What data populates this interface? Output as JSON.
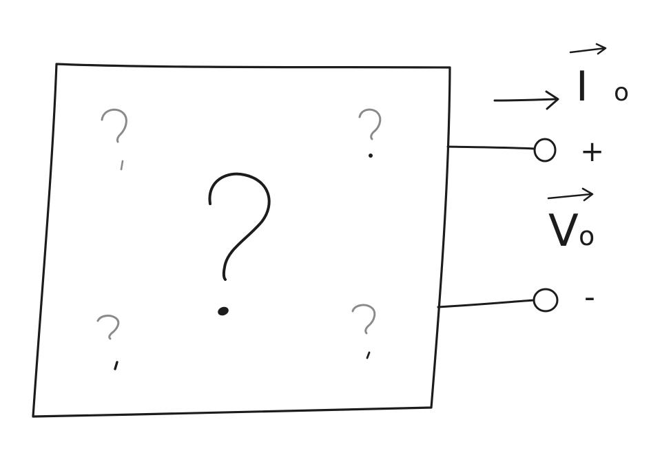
{
  "diagram": {
    "type": "black-box circuit element",
    "box": {
      "center_mark": "?",
      "corner_marks": [
        "?",
        "?",
        "?",
        "?"
      ]
    },
    "terminals": {
      "top_polarity": "+",
      "bottom_polarity": "-"
    },
    "current": {
      "symbol": "I",
      "subscript": "o",
      "vector_arrow": true
    },
    "voltage": {
      "symbol": "V",
      "subscript": "o",
      "vector_arrow": true
    },
    "colors": {
      "ink": "#1c1c1c",
      "faint_ink": "#8a8a8a",
      "background": "#ffffff"
    }
  }
}
